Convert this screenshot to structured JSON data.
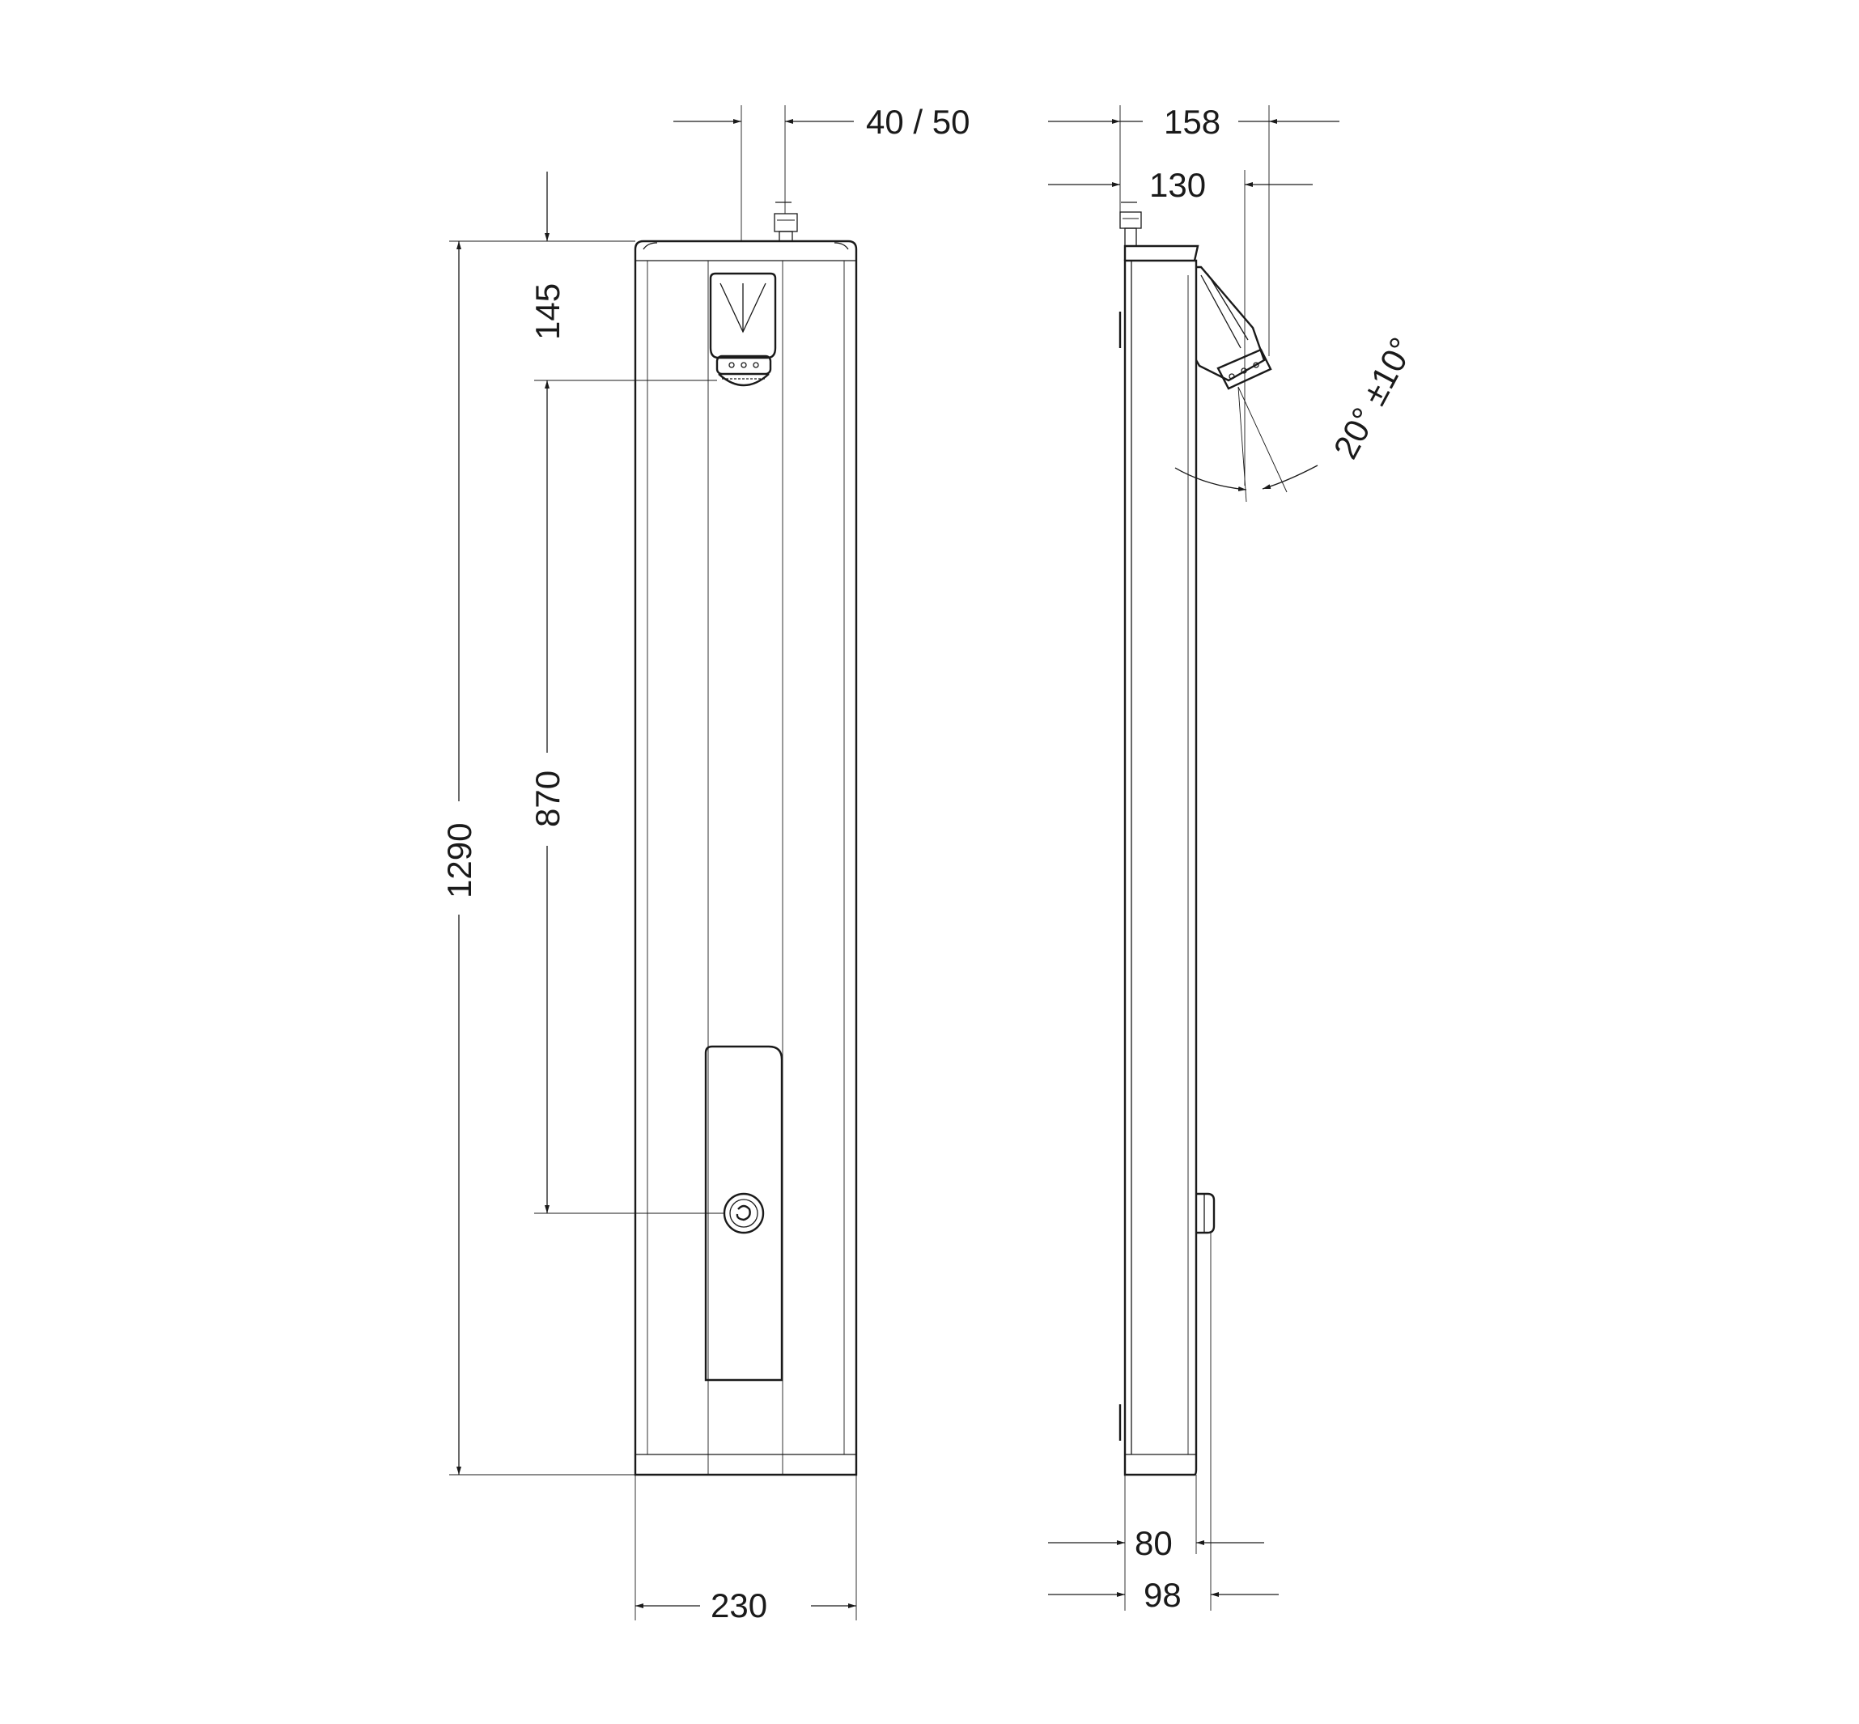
{
  "dimensions": {
    "inlet_spacing": "40 / 50",
    "side_top_depth": "158",
    "side_shower_depth": "130",
    "head_angle": "20° ±10°",
    "shower_head_offset": "145",
    "head_to_button": "870",
    "total_height": "1290",
    "front_width": "230",
    "side_wall_depth": "80",
    "side_button_depth": "98"
  },
  "colors": {
    "line": "#1a1a1a",
    "background": "#ffffff"
  },
  "icons": {
    "shower_head": "shower-head-icon",
    "push_button": "push-button-icon",
    "inlet_fitting": "inlet-fitting-icon"
  }
}
